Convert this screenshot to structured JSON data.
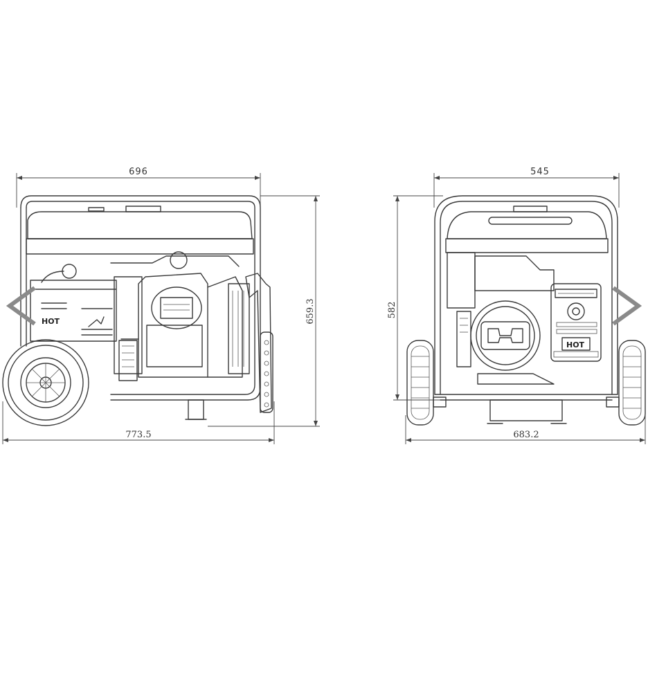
{
  "dimensions": {
    "side_width": "696",
    "side_height": "659.3",
    "side_overall_length": "773.5",
    "front_width": "545",
    "front_height": "582",
    "front_overall_width": "683.2"
  },
  "labels": {
    "hot_side": "HOT",
    "hot_front": "HOT"
  },
  "icons": {
    "prev": "chevron-left-icon",
    "next": "chevron-right-icon"
  },
  "colors": {
    "line": "#3a3a3a",
    "arrow": "#888888"
  }
}
